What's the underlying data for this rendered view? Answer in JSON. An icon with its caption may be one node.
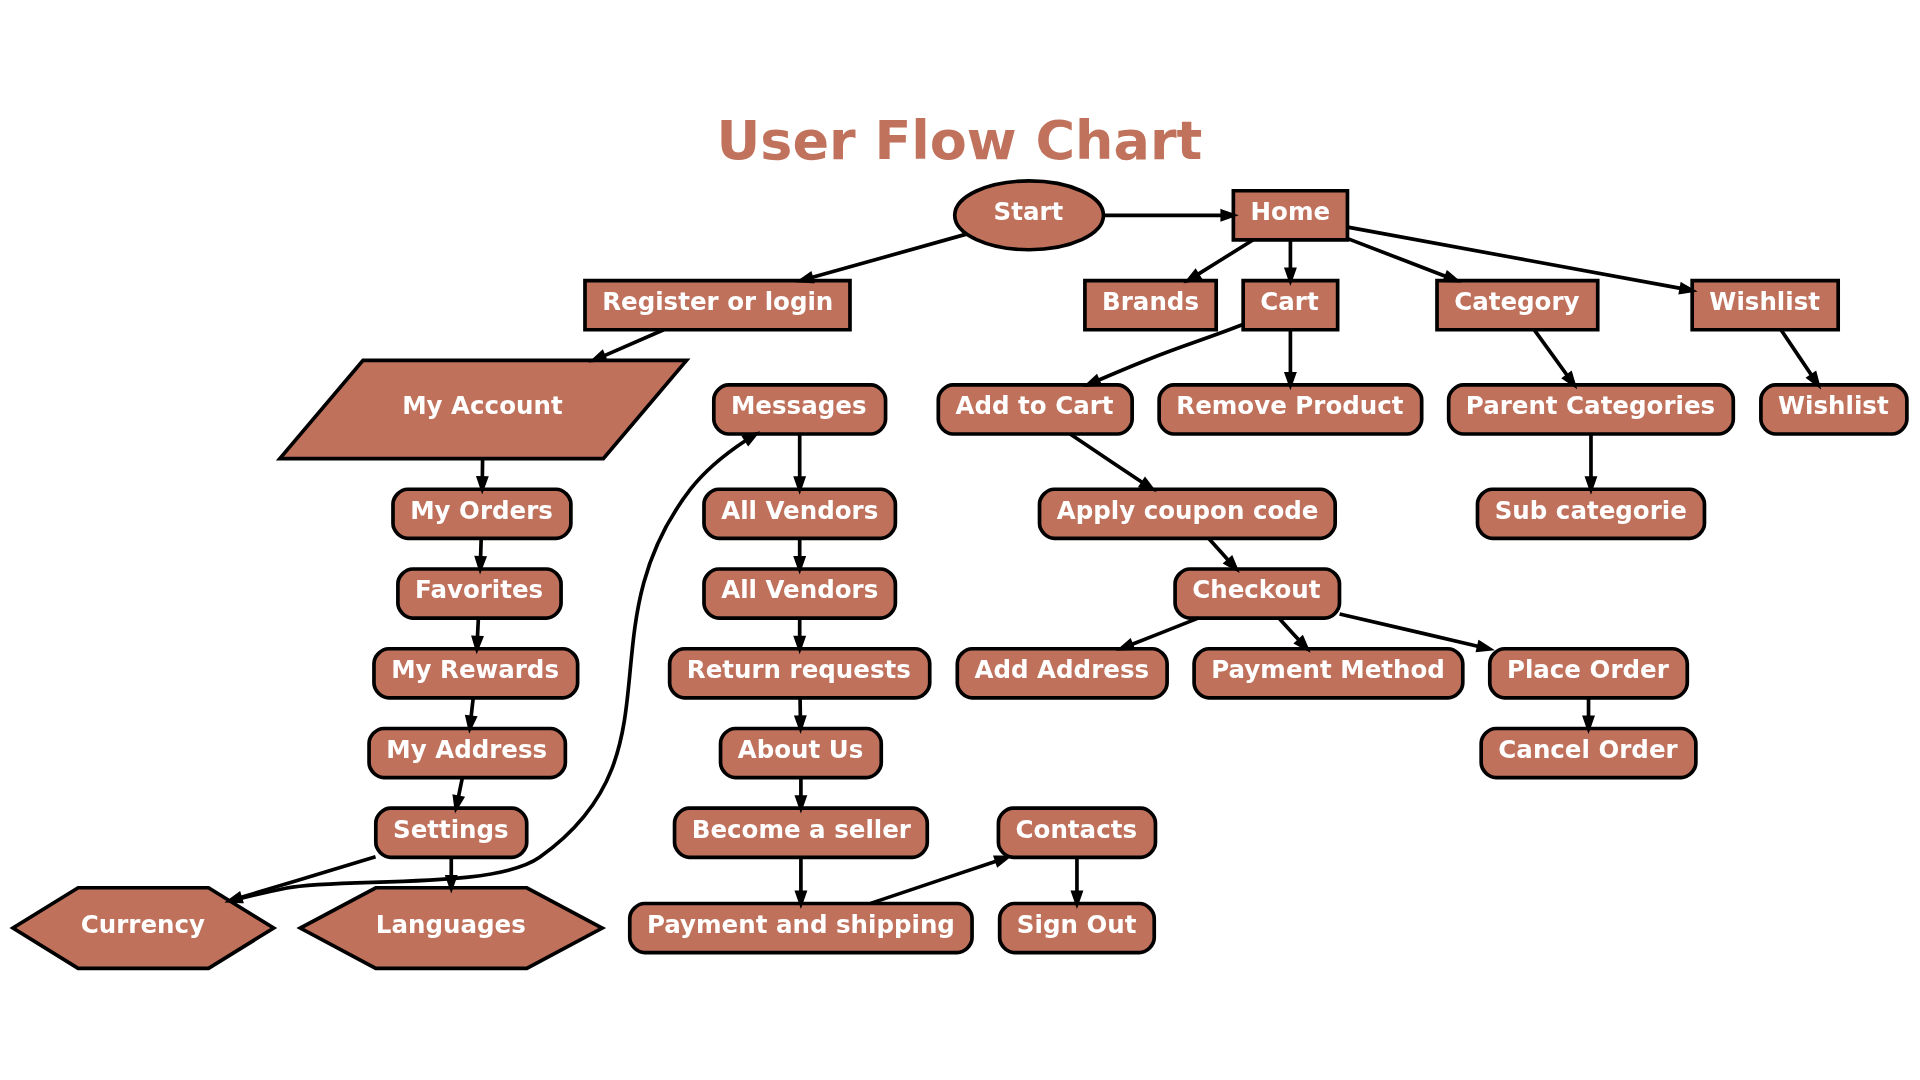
{
  "diagram": {
    "title": "User Flow Chart",
    "nodes": [
      {
        "text": [
          "Start"
        ]
      },
      {
        "text": [
          "Home"
        ]
      },
      {
        "text": [
          "Register or login"
        ]
      },
      {
        "text": [
          "My Account"
        ]
      },
      {
        "text": [
          "My Orders"
        ]
      },
      {
        "text": [
          "Favorites"
        ]
      },
      {
        "text": [
          "My Rewards"
        ]
      },
      {
        "text": [
          "My Address"
        ]
      },
      {
        "text": [
          "Settings"
        ]
      },
      {
        "text": [
          "Currency"
        ]
      },
      {
        "text": [
          "Languages"
        ]
      },
      {
        "text": [
          "Messages"
        ]
      },
      {
        "text": [
          "All Vendors"
        ]
      },
      {
        "text": [
          "All Vendors"
        ]
      },
      {
        "text": [
          "Return requests"
        ]
      },
      {
        "text": [
          "About Us"
        ]
      },
      {
        "text": [
          "Become a seller"
        ]
      },
      {
        "text": [
          "Payment and shipping"
        ]
      },
      {
        "text": [
          "Contacts"
        ]
      },
      {
        "text": [
          "Sign Out"
        ]
      },
      {
        "text": [
          "Brands"
        ]
      },
      {
        "text": [
          "Cart"
        ]
      },
      {
        "text": [
          "Category"
        ]
      },
      {
        "text": [
          "Wishlist"
        ]
      },
      {
        "text": [
          "Add to Cart"
        ]
      },
      {
        "text": [
          "Remove Product"
        ]
      },
      {
        "text": [
          "Parent Categories"
        ]
      },
      {
        "text": [
          "Wishlist"
        ]
      },
      {
        "text": [
          "Apply coupon code"
        ]
      },
      {
        "text": [
          "Sub categorie"
        ]
      },
      {
        "text": [
          "Checkout"
        ]
      },
      {
        "text": [
          "Add Address"
        ]
      },
      {
        "text": [
          "Payment Method"
        ]
      },
      {
        "text": [
          "Place Order"
        ]
      },
      {
        "text": [
          "Cancel Order"
        ]
      }
    ],
    "edges": [
      {
        "from": 0,
        "to": 1,
        "arrow": "to"
      },
      {
        "from": 0,
        "to": 2,
        "arrow": "to"
      },
      {
        "from": 2,
        "to": 3,
        "arrow": "to"
      },
      {
        "from": 3,
        "to": 4,
        "arrow": "to"
      },
      {
        "from": 4,
        "to": 5,
        "arrow": "to"
      },
      {
        "from": 5,
        "to": 6,
        "arrow": "to"
      },
      {
        "from": 6,
        "to": 7,
        "arrow": "to"
      },
      {
        "from": 7,
        "to": 8,
        "arrow": "to"
      },
      {
        "from": 8,
        "to": 9,
        "arrow": "to"
      },
      {
        "from": 8,
        "to": 10,
        "arrow": "to"
      },
      {
        "from": 9,
        "to": 11,
        "arrow": "to"
      },
      {
        "from": 11,
        "to": 12,
        "arrow": "to"
      },
      {
        "from": 12,
        "to": 13,
        "arrow": "to"
      },
      {
        "from": 13,
        "to": 14,
        "arrow": "to"
      },
      {
        "from": 14,
        "to": 15,
        "arrow": "to"
      },
      {
        "from": 15,
        "to": 16,
        "arrow": "to"
      },
      {
        "from": 16,
        "to": 17,
        "arrow": "to"
      },
      {
        "from": 17,
        "to": 18,
        "arrow": "to"
      },
      {
        "from": 18,
        "to": 19,
        "arrow": "to"
      },
      {
        "from": 1,
        "to": 20,
        "arrow": "to"
      },
      {
        "from": 1,
        "to": 21,
        "arrow": "to"
      },
      {
        "from": 1,
        "to": 22,
        "arrow": "to"
      },
      {
        "from": 1,
        "to": 23,
        "arrow": "to"
      },
      {
        "from": 21,
        "to": 24,
        "arrow": "to"
      },
      {
        "from": 21,
        "to": 25,
        "arrow": "to"
      },
      {
        "from": 22,
        "to": 26,
        "arrow": "to"
      },
      {
        "from": 23,
        "to": 27,
        "arrow": "to"
      },
      {
        "from": 24,
        "to": 28,
        "arrow": "to"
      },
      {
        "from": 26,
        "to": 29,
        "arrow": "to"
      },
      {
        "from": 28,
        "to": 30,
        "arrow": "to"
      },
      {
        "from": 30,
        "to": 31,
        "arrow": "to"
      },
      {
        "from": 30,
        "to": 32,
        "arrow": "to"
      },
      {
        "from": 30,
        "to": 33,
        "arrow": "to"
      },
      {
        "from": 33,
        "to": 34,
        "arrow": "to"
      }
    ]
  }
}
